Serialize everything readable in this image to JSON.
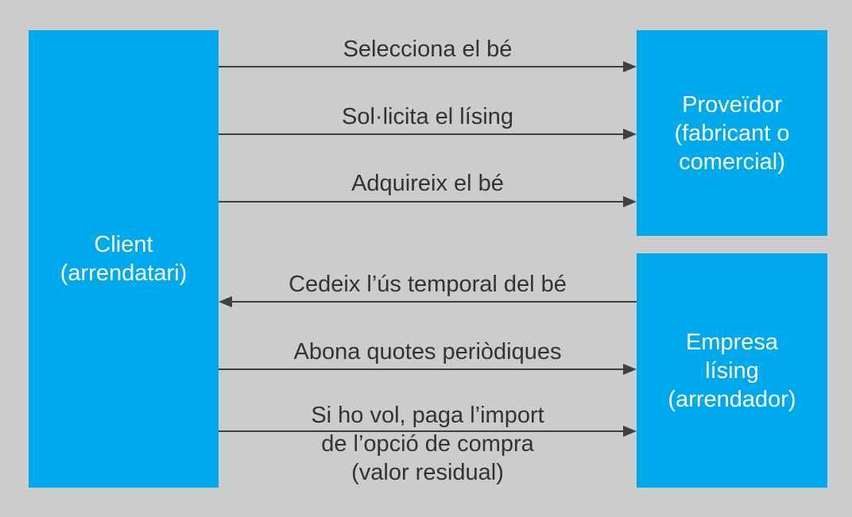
{
  "colors": {
    "background": "#cccccc",
    "box_fill": "#00a8ec",
    "box_text": "#ffffff",
    "arrow": "#404040",
    "label_text": "#333333"
  },
  "boxes": {
    "client": [
      "Client",
      "(arrendatari)"
    ],
    "provider": [
      "Proveïdor",
      "(fabricant o",
      "comercial)"
    ],
    "leasing": [
      "Empresa",
      "lísing",
      "(arrendador)"
    ]
  },
  "flows": [
    {
      "label": [
        "Selecciona el bé"
      ],
      "direction": "right"
    },
    {
      "label": [
        "Sol·licita el  lísing"
      ],
      "direction": "right"
    },
    {
      "label": [
        "Adquireix el bé"
      ],
      "direction": "right"
    },
    {
      "label": [
        "Cedeix l’ús temporal del bé"
      ],
      "direction": "left"
    },
    {
      "label": [
        "Abona quotes periòdiques"
      ],
      "direction": "right"
    },
    {
      "label": [
        "Si ho vol, paga l’import",
        "de l’opció de compra",
        "(valor residual)"
      ],
      "direction": "right"
    }
  ]
}
